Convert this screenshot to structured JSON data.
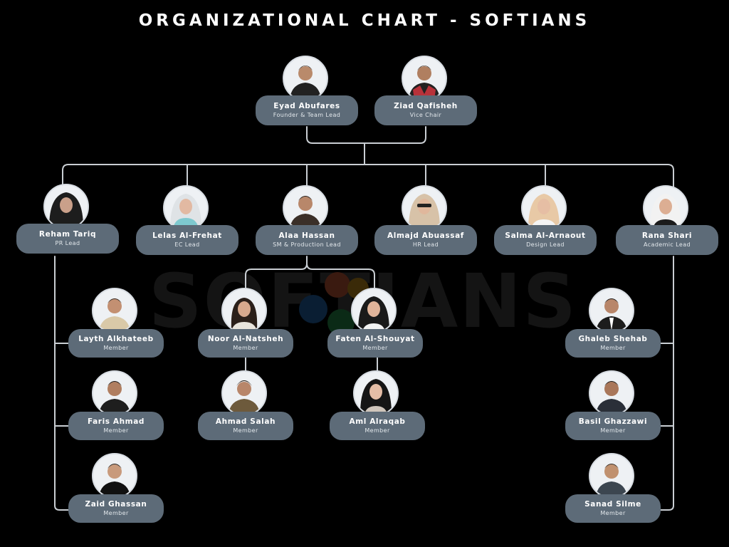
{
  "title": "ORGANIZATIONAL CHART - SOFTIANS",
  "watermark": "SOFTIANS",
  "colors": {
    "background": "#000000",
    "card": "#5d6b78",
    "connector": "#c9ced3",
    "text": "#ffffff",
    "watermark_dots": [
      "#c0392b",
      "#f39c12",
      "#2e86c1",
      "#27ae60"
    ]
  },
  "people": {
    "eyad": {
      "name": "Eyad Abufares",
      "role": "Founder & Team Lead"
    },
    "ziad": {
      "name": "Ziad Qafisheh",
      "role": "Vice Chair"
    },
    "reham": {
      "name": "Reham Tariq",
      "role": "PR Lead"
    },
    "lelas": {
      "name": "Lelas Al-Frehat",
      "role": "EC Lead"
    },
    "alaa": {
      "name": "Alaa Hassan",
      "role": "SM & Production Lead"
    },
    "almajd": {
      "name": "Almajd Abuassaf",
      "role": "HR Lead"
    },
    "salma": {
      "name": "Salma Al-Arnaout",
      "role": "Design Lead"
    },
    "rana": {
      "name": "Rana Shari",
      "role": "Academic Lead"
    },
    "layth": {
      "name": "Layth Alkhateeb",
      "role": "Member"
    },
    "faris": {
      "name": "Faris Ahmad",
      "role": "Member"
    },
    "zaid": {
      "name": "Zaid Ghassan",
      "role": "Member"
    },
    "noor": {
      "name": "Noor Al-Natsheh",
      "role": "Member"
    },
    "ahmad": {
      "name": "Ahmad Salah",
      "role": "Member"
    },
    "faten": {
      "name": "Faten Al-Shouyat",
      "role": "Member"
    },
    "aml": {
      "name": "Aml Alraqab",
      "role": "Member"
    },
    "ghaleb": {
      "name": "Ghaleb Shehab",
      "role": "Member"
    },
    "basil": {
      "name": "Basil Ghazzawi",
      "role": "Member"
    },
    "sanad": {
      "name": "Sanad Silme",
      "role": "Member"
    }
  }
}
